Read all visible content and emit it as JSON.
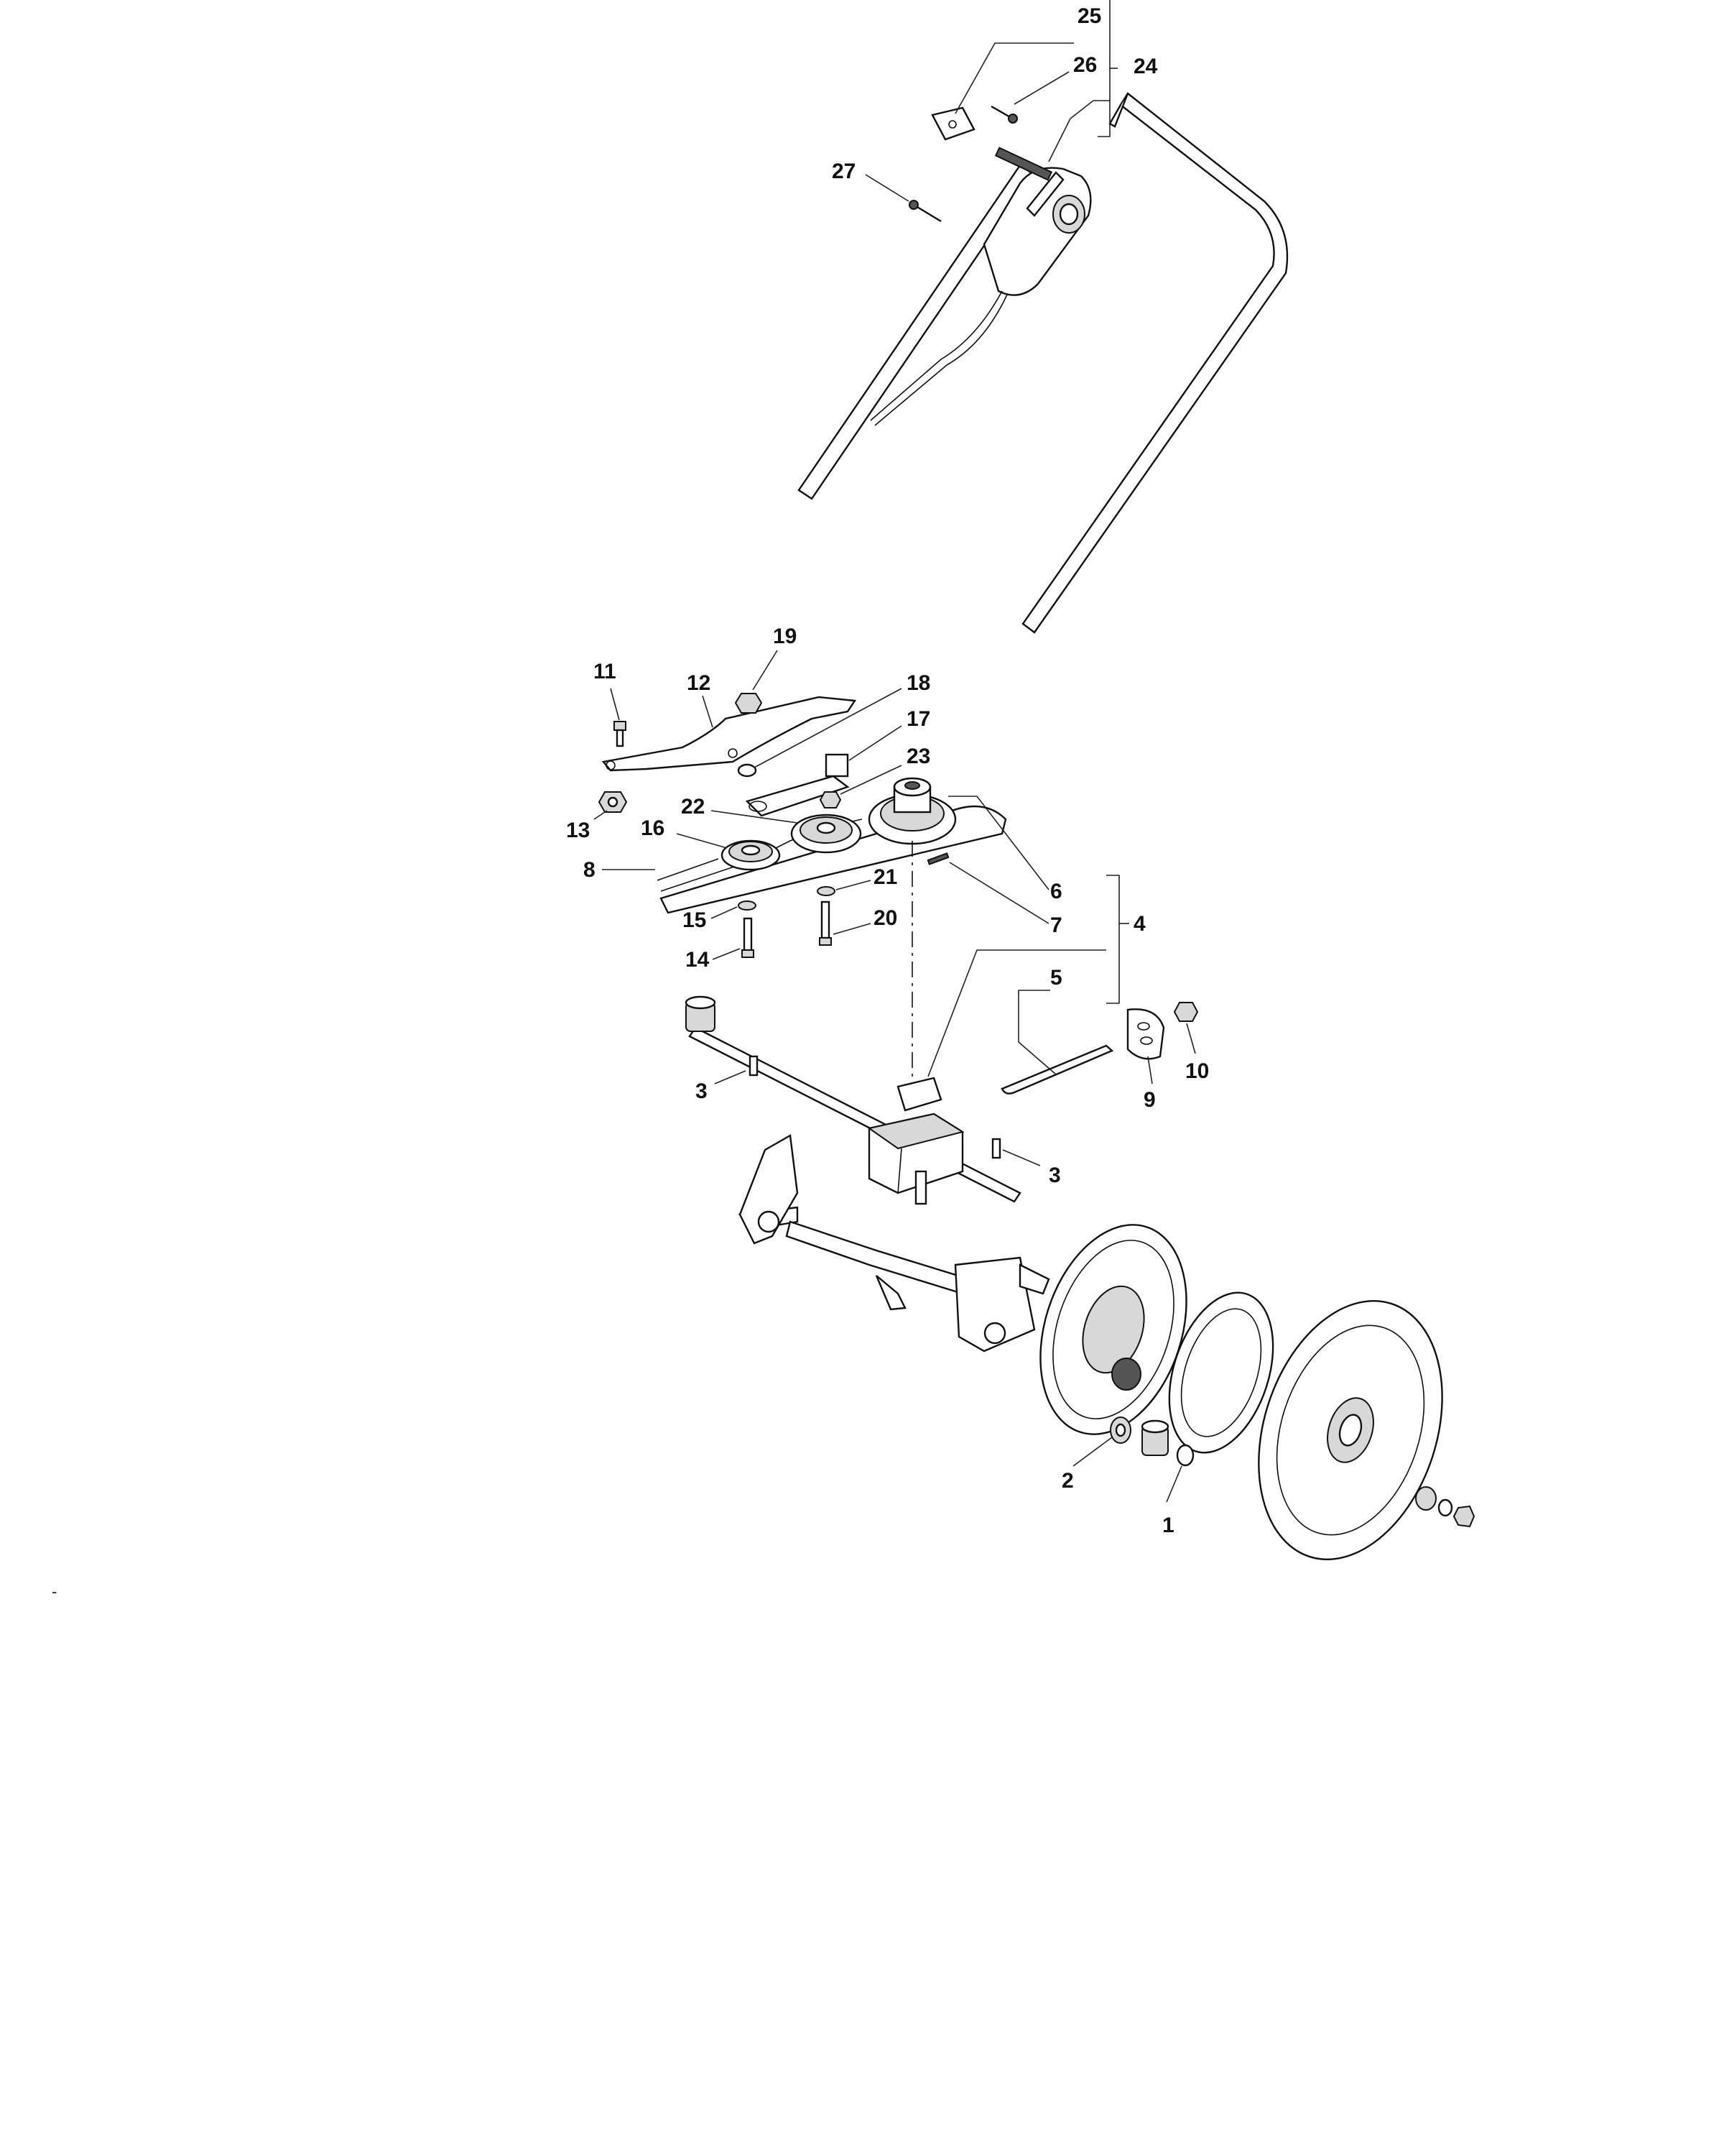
{
  "callouts": [
    "1",
    "2",
    "3",
    "3",
    "4",
    "5",
    "6",
    "7",
    "8",
    "9",
    "10",
    "11",
    "12",
    "13",
    "14",
    "15",
    "16",
    "17",
    "18",
    "19",
    "20",
    "21",
    "22",
    "23",
    "24",
    "25",
    "26",
    "27"
  ],
  "stray_mark": "-"
}
